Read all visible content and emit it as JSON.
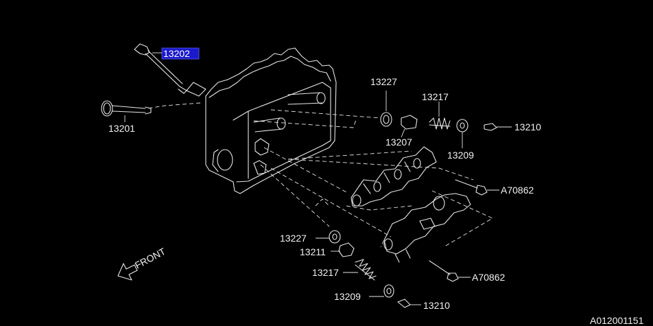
{
  "diagram": {
    "highlight_color": "#1a1acc",
    "line_color": "#e8e8e8",
    "background": "#000000",
    "highlighted_part": "13202",
    "parts": [
      {
        "id": "p13202",
        "label": "13202"
      },
      {
        "id": "p13201",
        "label": "13201"
      },
      {
        "id": "p13227a",
        "label": "13227"
      },
      {
        "id": "p13217a",
        "label": "13217"
      },
      {
        "id": "p13207",
        "label": "13207"
      },
      {
        "id": "p13209a",
        "label": "13209"
      },
      {
        "id": "p13210a",
        "label": "13210"
      },
      {
        "id": "pA70862a",
        "label": "A70862"
      },
      {
        "id": "pA70862b",
        "label": "A70862"
      },
      {
        "id": "p13227b",
        "label": "13227"
      },
      {
        "id": "p13211",
        "label": "13211"
      },
      {
        "id": "p13217b",
        "label": "13217"
      },
      {
        "id": "p13209b",
        "label": "13209"
      },
      {
        "id": "p13210b",
        "label": "13210"
      }
    ],
    "front_label": "FRONT",
    "figure_code": "A012001151"
  }
}
